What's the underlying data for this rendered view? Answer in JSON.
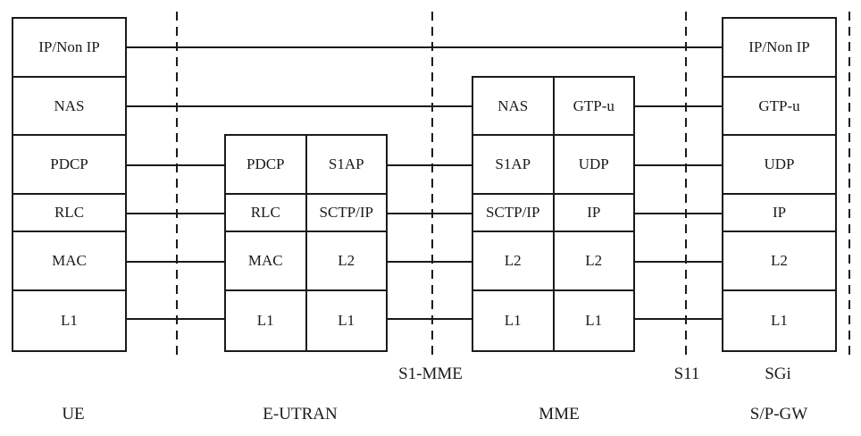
{
  "stacks": {
    "ue": {
      "label": "UE",
      "cells": [
        "IP/Non IP",
        "NAS",
        "PDCP",
        "RLC",
        "MAC",
        "L1"
      ]
    },
    "eutran": {
      "label": "E-UTRAN",
      "left": [
        "PDCP",
        "RLC",
        "MAC",
        "L1"
      ],
      "right": [
        "S1AP",
        "SCTP/IP",
        "L2",
        "L1"
      ]
    },
    "mme": {
      "label": "MME",
      "left": [
        "NAS",
        "S1AP",
        "SCTP/IP",
        "L2",
        "L1"
      ],
      "right": [
        "GTP-u",
        "UDP",
        "IP",
        "L2",
        "L1"
      ]
    },
    "spgw": {
      "label": "S/P-GW",
      "cells": [
        "IP/Non IP",
        "GTP-u",
        "UDP",
        "IP",
        "L2",
        "L1"
      ]
    }
  },
  "interfaces": {
    "s1_mme": "S1-MME",
    "s11": "S11",
    "sgi": "SGi"
  },
  "colors": {
    "line": "#1a1a1a",
    "background": "#ffffff"
  }
}
